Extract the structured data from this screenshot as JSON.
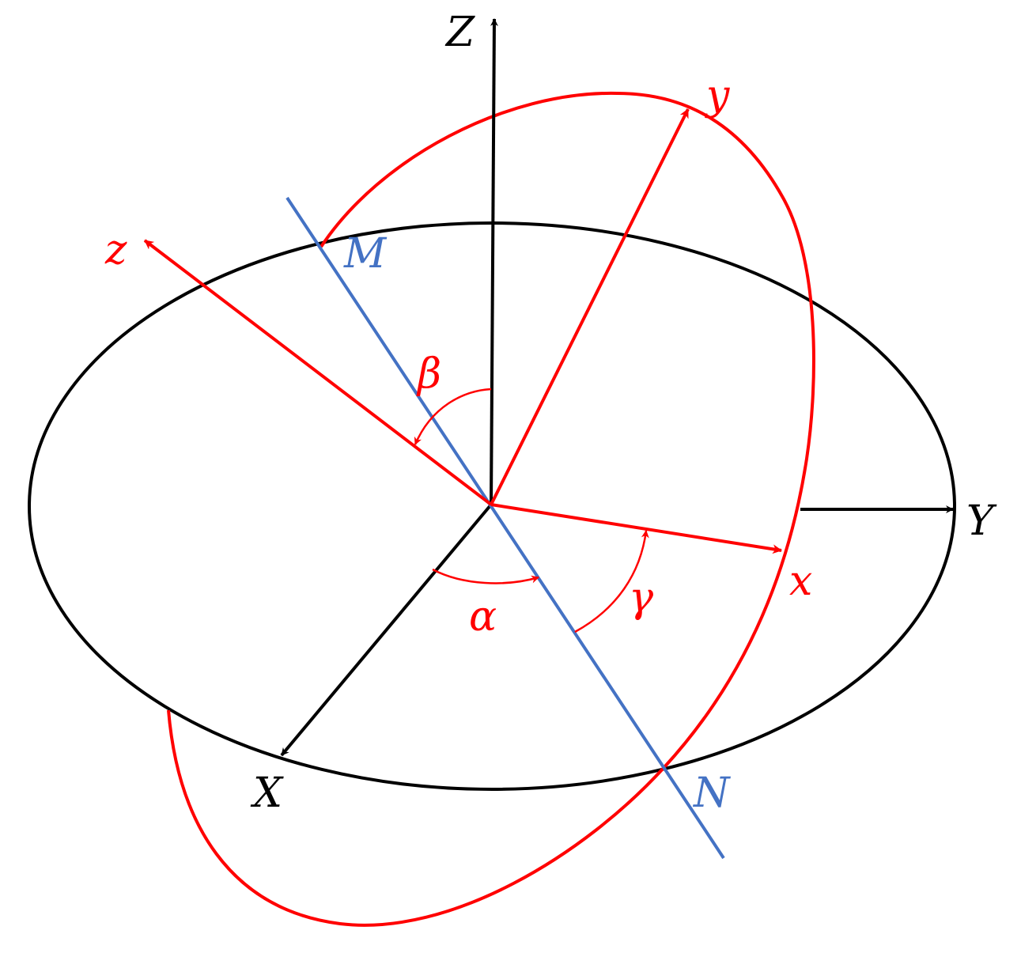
{
  "colors": {
    "fixed_frame": "#000000",
    "rotated_frame": "#ff0000",
    "line_of_nodes": "#4472c4"
  },
  "labels": {
    "Z": "Z",
    "Y": "Y",
    "X": "X",
    "z": "z",
    "y": "y",
    "x": "x",
    "M": "M",
    "N": "N",
    "alpha": "α",
    "beta": "β",
    "gamma": "γ"
  }
}
